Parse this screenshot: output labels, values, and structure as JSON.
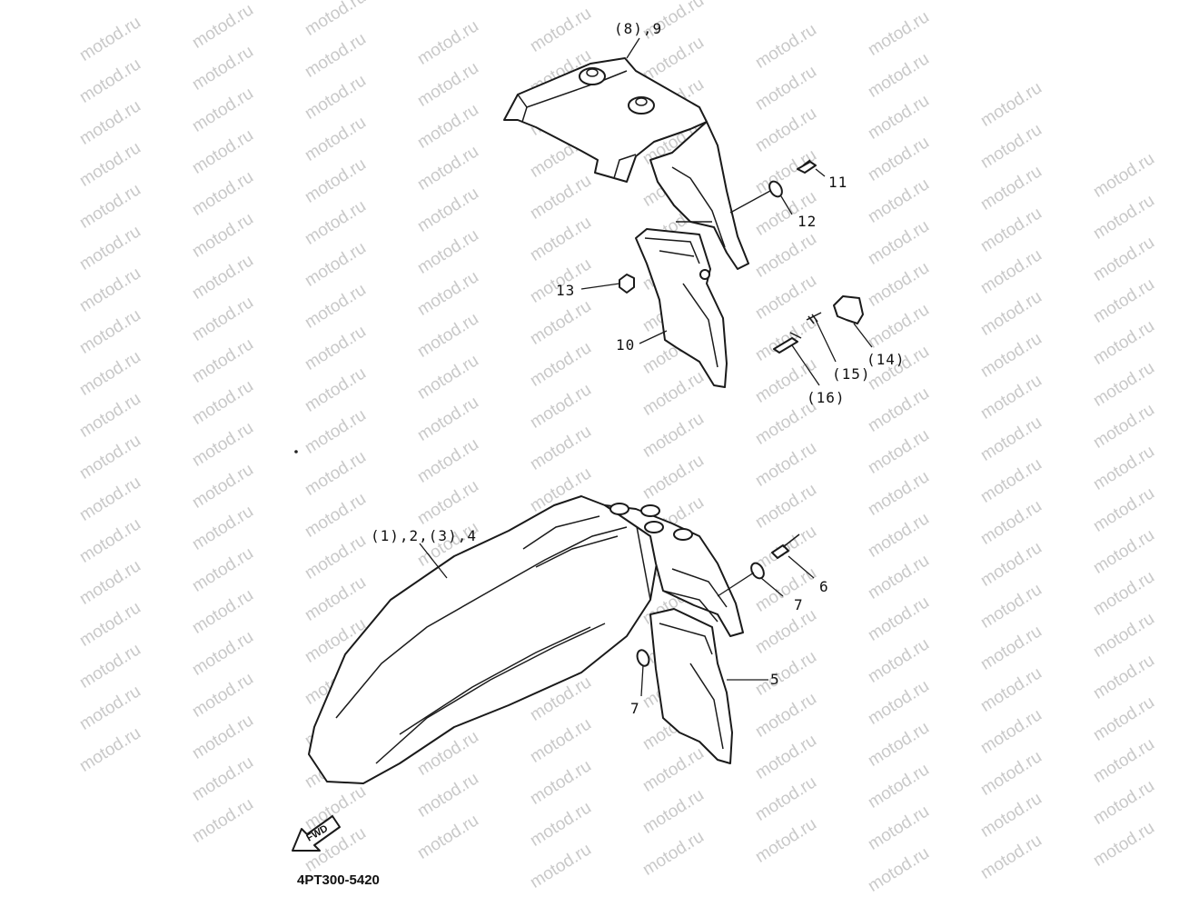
{
  "watermark": "motod.ru",
  "callouts": {
    "c_8_9": "(8),9",
    "c_11": "11",
    "c_12": "12",
    "c_13": "13",
    "c_10": "10",
    "c_14": "(14)",
    "c_15": "(15)",
    "c_16": "(16)",
    "c_1_4": "(1),2,(3),4",
    "c_6": "6",
    "c_7a": "7",
    "c_7b": "7",
    "c_5": "5"
  },
  "fwd_label": "FWD",
  "diagram_code": "4PT300-5420",
  "icons": {
    "fwd_arrow": "fwd-arrow-icon"
  }
}
